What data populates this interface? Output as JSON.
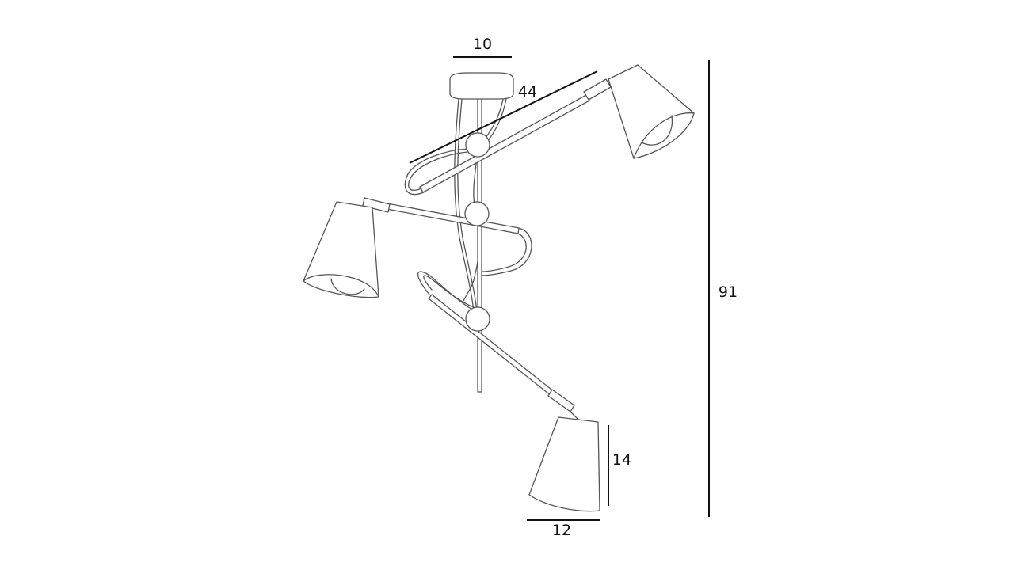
{
  "dimensions": {
    "canopy_width": "10",
    "arm_length": "44",
    "total_height": "91",
    "shade_height": "14",
    "shade_width": "12"
  },
  "colors": {
    "line": "#555555",
    "dimension": "#111111",
    "background": "#ffffff"
  }
}
